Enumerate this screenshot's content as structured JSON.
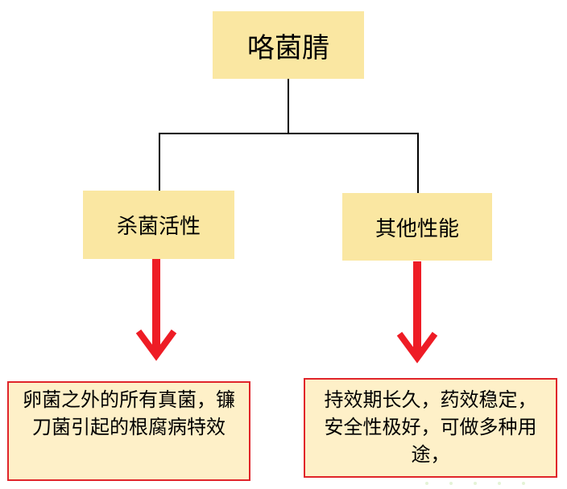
{
  "diagram": {
    "root": {
      "label": "咯菌腈"
    },
    "branches": [
      {
        "label": "杀菌活性",
        "detail": "卵菌之外的所有真菌，镰刀菌引起的根腐病特效"
      },
      {
        "label": "其他性能",
        "detail": "持效期长久，药效稳定，安全性极好，可做多种用途，"
      }
    ],
    "colors": {
      "node_fill": "#FAE7A2",
      "note_fill": "#FEF0C8",
      "note_border": "#E0242A",
      "arrow": "#EE1C25",
      "connector": "#000000"
    }
  }
}
